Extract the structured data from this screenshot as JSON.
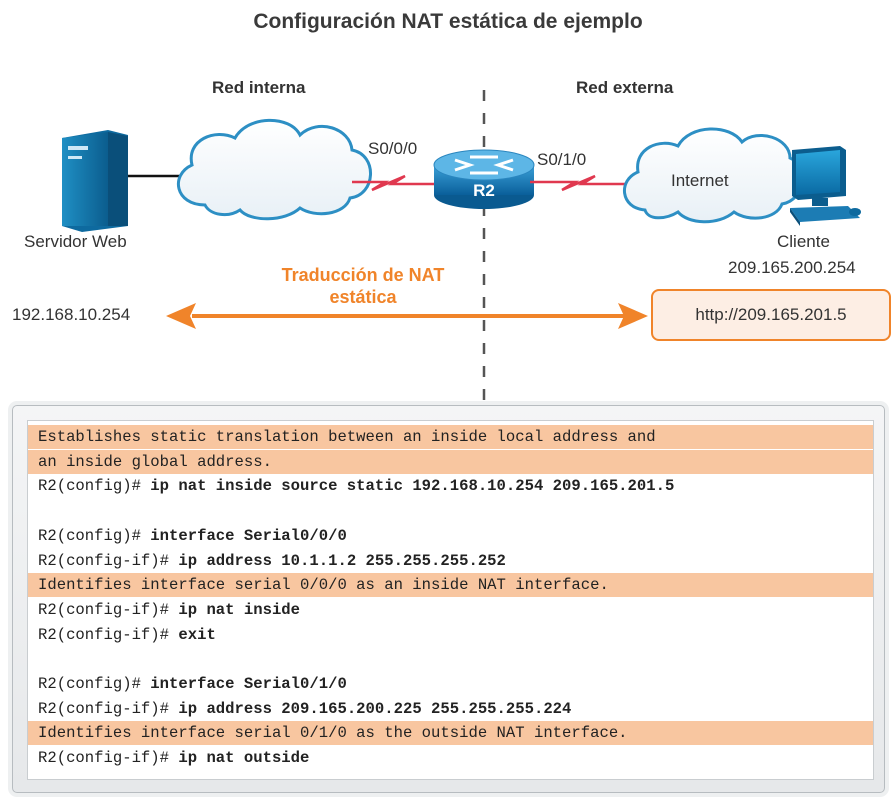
{
  "title": "Configuración NAT estática de ejemplo",
  "zones": {
    "inside": "Red interna",
    "outside": "Red externa"
  },
  "devices": {
    "server": "Servidor Web",
    "router": "R2",
    "internet": "Internet",
    "client": "Cliente",
    "client_ip": "209.165.200.254"
  },
  "interfaces": {
    "s000": "S0/0/0",
    "s010": "S0/1/0"
  },
  "nat": {
    "title_line1": "Traducción de NAT",
    "title_line2": "estática",
    "inside_local": "192.168.10.254",
    "url": "http://209.165.201.5"
  },
  "colors": {
    "accent": "#f0842a",
    "serial_link": "#e0384f",
    "highlight": "#f8c6a0"
  },
  "cli": [
    {
      "prompt": "",
      "cmd": "",
      "text": "Establishes static translation between an inside local address and",
      "highlight": true
    },
    {
      "prompt": "",
      "cmd": "",
      "text": "an inside global address.",
      "highlight": true
    },
    {
      "prompt": "R2(config)# ",
      "cmd": "ip nat inside source static 192.168.10.254 209.165.201.5",
      "text": "",
      "highlight": false
    },
    {
      "prompt": "",
      "cmd": "",
      "text": "",
      "highlight": false
    },
    {
      "prompt": "R2(config)# ",
      "cmd": "interface Serial0/0/0",
      "text": "",
      "highlight": false
    },
    {
      "prompt": "R2(config-if)# ",
      "cmd": "ip address 10.1.1.2 255.255.255.252",
      "text": "",
      "highlight": false
    },
    {
      "prompt": "",
      "cmd": "",
      "text": "Identifies interface serial 0/0/0 as an inside NAT interface.",
      "highlight": true
    },
    {
      "prompt": "R2(config-if)# ",
      "cmd": "ip nat inside",
      "text": "",
      "highlight": false
    },
    {
      "prompt": "R2(config-if)# ",
      "cmd": "exit",
      "text": "",
      "highlight": false
    },
    {
      "prompt": "",
      "cmd": "",
      "text": "",
      "highlight": false
    },
    {
      "prompt": "R2(config)# ",
      "cmd": "interface Serial0/1/0",
      "text": "",
      "highlight": false
    },
    {
      "prompt": "R2(config-if)# ",
      "cmd": "ip address 209.165.200.225 255.255.255.224",
      "text": "",
      "highlight": false
    },
    {
      "prompt": "",
      "cmd": "",
      "text": "Identifies interface serial 0/1/0 as the outside NAT interface.",
      "highlight": true
    },
    {
      "prompt": "R2(config-if)# ",
      "cmd": "ip nat outside",
      "text": "",
      "highlight": false
    }
  ]
}
